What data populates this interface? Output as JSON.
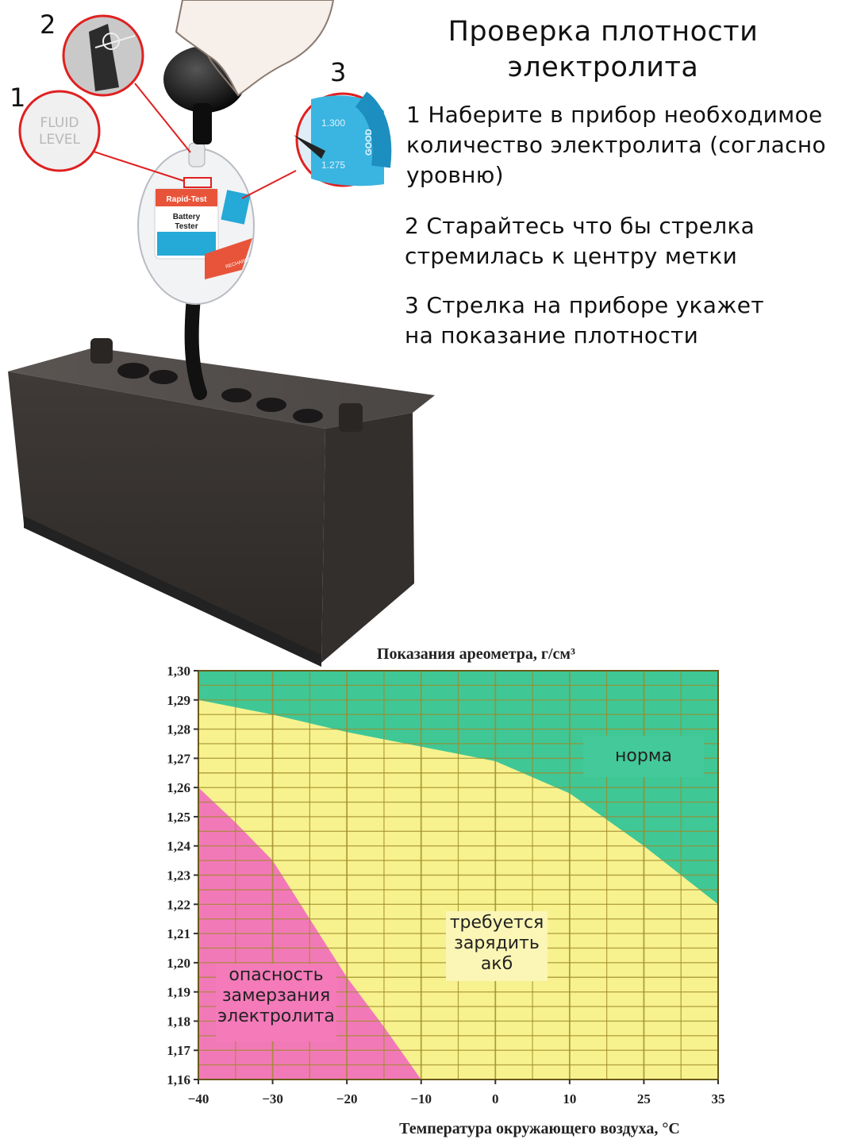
{
  "header": {
    "title": "Проверка плотности электролита",
    "title_line1": "Проверка плотности",
    "title_line2": "электролита"
  },
  "steps": [
    {
      "line1": "1 Наберите в прибор необходимое",
      "line2": "количество электролита (согласно",
      "line3": "уровню)"
    },
    {
      "line1": "2 Старайтесь что бы стрелка",
      "line2": "стремилась к центру метки"
    },
    {
      "line1": "3 Стрелка на приборе укажет",
      "line2": "на показание плотности"
    }
  ],
  "illustration": {
    "callouts": [
      "1",
      "2",
      "3"
    ],
    "zoom_fluid_level": {
      "line1": "FLUID",
      "line2": "LEVEL"
    },
    "zoom_scale": {
      "upper": "1.300",
      "lower": "1.275",
      "band": "GOOD"
    },
    "tester": {
      "brand": "Rapid-Test",
      "line1": "Battery",
      "line2": "Tester",
      "low_band": "RECHARGE"
    },
    "colors": {
      "scale_blue": "#25a9d6",
      "recharge_red": "#e8543a",
      "battery": "#3b3735"
    }
  },
  "chart_data": {
    "type": "heatmap",
    "title": "Показания ареометра, г/см³",
    "xlabel": "Температура окружающего воздуха, °C",
    "ylabel": "",
    "x_ticks": [
      "−40",
      "−30",
      "−20",
      "−10",
      "0",
      "10",
      "25",
      "35"
    ],
    "y_ticks": [
      "1,30",
      "1,29",
      "1,28",
      "1,27",
      "1,26",
      "1,25",
      "1,24",
      "1,23",
      "1,22",
      "1,21",
      "1,20",
      "1,19",
      "1,18",
      "1,17",
      "1,16"
    ],
    "ylim": [
      1.16,
      1.3
    ],
    "grid": true,
    "zones": [
      {
        "name": "норма",
        "color": "#3fc796",
        "boundary": [
          [
            -40,
            1.29
          ],
          [
            -30,
            1.285
          ],
          [
            -20,
            1.279
          ],
          [
            -10,
            1.274
          ],
          [
            0,
            1.269
          ],
          [
            10,
            1.258
          ],
          [
            25,
            1.24
          ],
          [
            35,
            1.22
          ]
        ]
      },
      {
        "name": "требуется зарядить акб",
        "color": "#f7f28e"
      },
      {
        "name": "опасность замерзания электролита",
        "color": "#f279b8",
        "boundary": [
          [
            -40,
            1.26
          ],
          [
            -35,
            1.248
          ],
          [
            -30,
            1.235
          ],
          [
            -25,
            1.215
          ],
          [
            -20,
            1.195
          ],
          [
            -15,
            1.178
          ],
          [
            -10,
            1.16
          ]
        ]
      }
    ],
    "zone_labels": {
      "norm": "норма",
      "charge": [
        "требуется",
        "зарядить",
        "акб"
      ],
      "freeze": [
        "опасность",
        "замерзания",
        "электролита"
      ]
    }
  }
}
